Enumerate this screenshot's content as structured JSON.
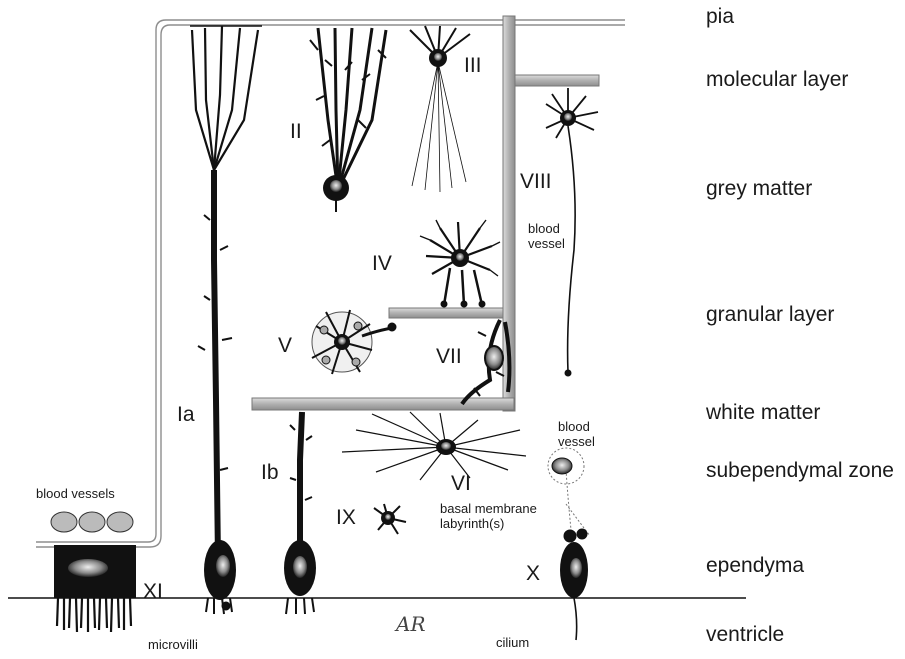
{
  "layers": {
    "pia": "pia",
    "molecular": "molecular layer",
    "grey": "grey matter",
    "granular": "granular layer",
    "white": "white matter",
    "subependymal": "subependymal zone",
    "ependyma": "ependyma",
    "ventricle": "ventricle"
  },
  "cell_types": {
    "ia": "Ia",
    "ib": "Ib",
    "ii": "II",
    "iii": "III",
    "iv": "IV",
    "v": "V",
    "vi": "VI",
    "vii": "VII",
    "viii": "VIII",
    "ix": "IX",
    "x": "X",
    "xi": "XI"
  },
  "annotations": {
    "blood_vessels": "blood vessels",
    "blood_vessel_1": "blood vessel",
    "blood_vessel_2": "blood vessel",
    "basal_membrane": "basal membrane labyrinth(s)",
    "microvilli": "microvilli",
    "cilium": "cilium"
  },
  "signature": "AR",
  "colors": {
    "ink": "#111111",
    "vessel_fill": "#c8c8c8",
    "vessel_stroke": "#7a7a7a",
    "cell_body": "#9a9a9a"
  }
}
